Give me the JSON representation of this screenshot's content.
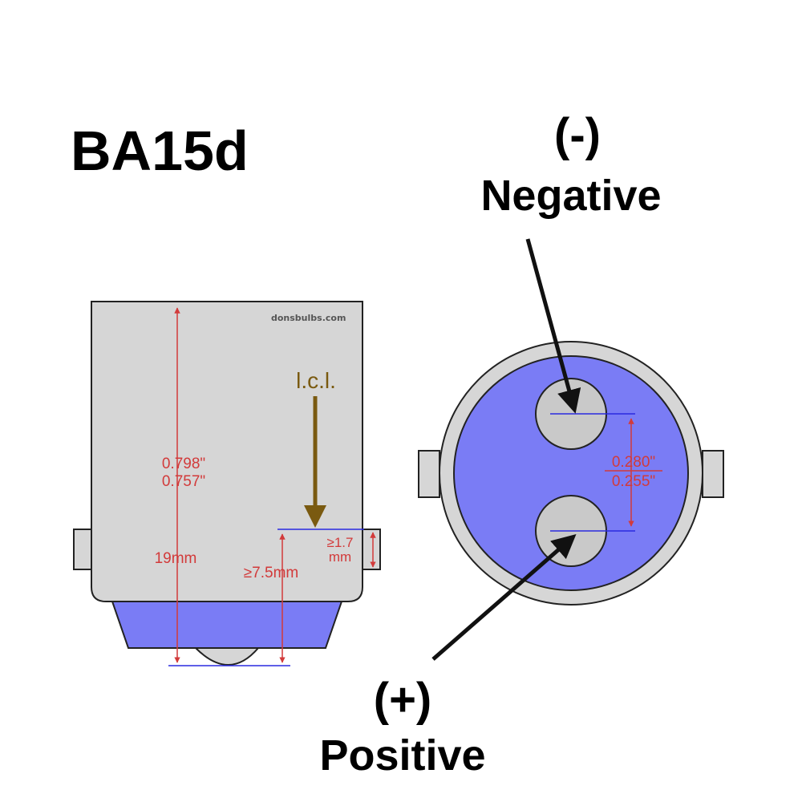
{
  "title": "BA15d",
  "credit": "donsbulbs.com",
  "side_view": {
    "icl_label": "l.c.l.",
    "height_max": "0.798\"",
    "height_min": "0.757\"",
    "height_mm": "19mm",
    "lcl_height": "≥7.5mm",
    "pin_offset_line1": "≥1.7",
    "pin_offset_line2": "mm"
  },
  "end_view": {
    "spacing_max": "0.280\"",
    "spacing_min": "0.255\""
  },
  "negative": {
    "symbol": "(-)",
    "label": "Negative"
  },
  "positive": {
    "symbol": "(+)",
    "label": "Positive"
  },
  "colors": {
    "base_gray": "#d6d6d6",
    "insulator_blue": "#7a7cf5",
    "dimension_red": "#d23a3a",
    "reference_blue": "#2a2ae0",
    "lcl_arrow": "#7a5a10",
    "outline": "#222222"
  }
}
